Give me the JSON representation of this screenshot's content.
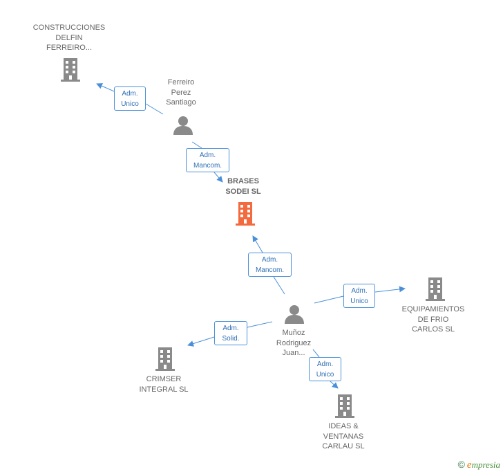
{
  "colors": {
    "edge": "#4a90d9",
    "role_text": "#2f6fb5",
    "company_icon": "#8a8a8a",
    "main_company_icon": "#f26a3d",
    "person_icon": "#8a8a8a",
    "label_text": "#666666"
  },
  "nodes": {
    "construcciones_delfin": {
      "type": "company",
      "icon": "building-icon",
      "lines": [
        "CONSTRUCCIONES",
        "DELFIN",
        "FERREIRO..."
      ]
    },
    "ferreiro_perez": {
      "type": "person",
      "icon": "person-icon",
      "lines": [
        "Ferreiro",
        "Perez",
        "Santiago"
      ]
    },
    "brases_sodei": {
      "type": "company-main",
      "icon": "building-icon",
      "lines": [
        "BRASES",
        "SODEI SL"
      ]
    },
    "munoz_rodriguez": {
      "type": "person",
      "icon": "person-icon",
      "lines": [
        "Muñoz",
        "Rodriguez",
        "Juan..."
      ]
    },
    "equipamientos_frio": {
      "type": "company",
      "icon": "building-icon",
      "lines": [
        "EQUIPAMIENTOS",
        "DE FRIO",
        "CARLOS SL"
      ]
    },
    "crimser": {
      "type": "company",
      "icon": "building-icon",
      "lines": [
        "CRIMSER",
        "INTEGRAL SL"
      ]
    },
    "ideas_ventanas": {
      "type": "company",
      "icon": "building-icon",
      "lines": [
        "IDEAS &",
        "VENTANAS",
        "CARLAU SL"
      ]
    }
  },
  "relations": [
    {
      "from": "ferreiro_perez",
      "to": "construcciones_delfin",
      "lines": [
        "Adm.",
        "Unico"
      ]
    },
    {
      "from": "ferreiro_perez",
      "to": "brases_sodei",
      "lines": [
        "Adm.",
        "Mancom."
      ]
    },
    {
      "from": "munoz_rodriguez",
      "to": "brases_sodei",
      "lines": [
        "Adm.",
        "Mancom."
      ]
    },
    {
      "from": "munoz_rodriguez",
      "to": "equipamientos_frio",
      "lines": [
        "Adm.",
        "Unico"
      ]
    },
    {
      "from": "munoz_rodriguez",
      "to": "crimser",
      "lines": [
        "Adm.",
        "Solid."
      ]
    },
    {
      "from": "munoz_rodriguez",
      "to": "ideas_ventanas",
      "lines": [
        "Adm.",
        "Unico"
      ]
    }
  ],
  "brand": {
    "copyright": "©",
    "initial": "e",
    "name": "mpresia"
  }
}
